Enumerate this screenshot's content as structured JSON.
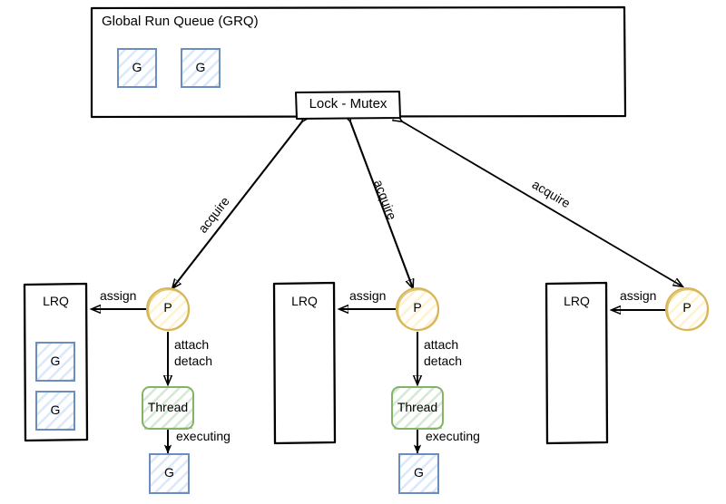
{
  "diagram": {
    "title_visible": false,
    "background": "#ffffff"
  },
  "palette": {
    "goroutine_stroke": "#6c8ebf",
    "goroutine_fill": "#dae8fc",
    "processor_stroke": "#d6b656",
    "processor_fill": "#fff2cc",
    "thread_stroke": "#82b366",
    "thread_fill": "#d5e8d4",
    "box_stroke": "#000000",
    "box_fill": "#ffffff",
    "arrow_color": "#000000",
    "text_color": "#000000"
  },
  "grq": {
    "label": "Global Run Queue (GRQ)",
    "goroutines": [
      {
        "label": "G"
      },
      {
        "label": "G"
      }
    ]
  },
  "lock": {
    "label": "Lock - Mutex"
  },
  "edges": {
    "acquire_label": "acquire",
    "assign_label": "assign",
    "attach_label": "attach",
    "detach_label": "detach",
    "executing_label": "executing"
  },
  "clusters": [
    {
      "id": "left",
      "lrq": {
        "label": "LRQ",
        "goroutines": [
          {
            "label": "G"
          },
          {
            "label": "G"
          }
        ]
      },
      "processor": {
        "label": "P"
      },
      "thread": {
        "label": "Thread"
      },
      "running_goroutine": {
        "label": "G"
      },
      "has_thread": true
    },
    {
      "id": "middle",
      "lrq": {
        "label": "LRQ",
        "goroutines": []
      },
      "processor": {
        "label": "P"
      },
      "thread": {
        "label": "Thread"
      },
      "running_goroutine": {
        "label": "G"
      },
      "has_thread": true
    },
    {
      "id": "right",
      "lrq": {
        "label": "LRQ",
        "goroutines": []
      },
      "processor": {
        "label": "P"
      },
      "thread": null,
      "running_goroutine": null,
      "has_thread": false
    }
  ]
}
